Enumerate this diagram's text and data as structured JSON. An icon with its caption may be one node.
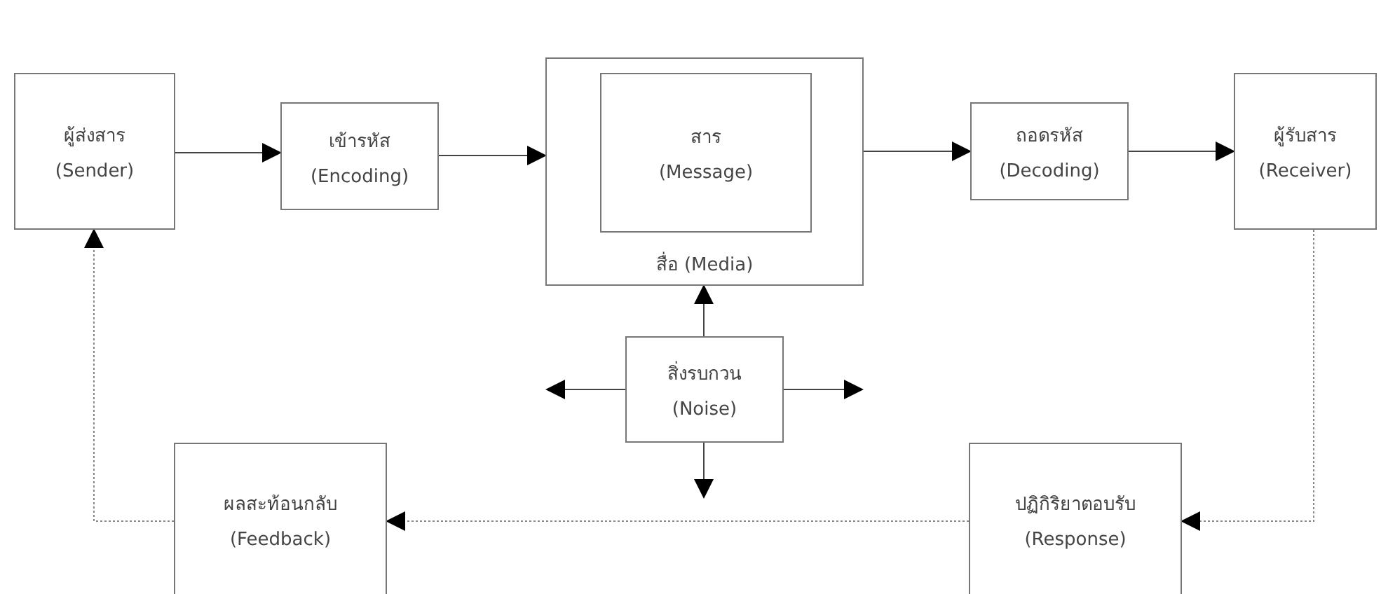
{
  "diagram": {
    "nodes": [
      {
        "text": [
          "ผู้ส่งสาร",
          "(Sender)"
        ]
      },
      {
        "text": [
          "เข้ารหัส",
          "(Encoding)"
        ]
      },
      {
        "text": [
          "สื่อ (Media)"
        ]
      },
      {
        "text": [
          "สาร",
          "(Message)"
        ],
        "in": 2
      },
      {
        "text": [
          "ถอดรหัส",
          "(Decoding)"
        ]
      },
      {
        "text": [
          "ผู้รับสาร",
          "(Receiver)"
        ]
      },
      {
        "text": [
          "สิ่งรบกวน",
          "(Noise)"
        ]
      },
      {
        "text": [
          "ผลสะท้อนกลับ",
          "(Feedback)"
        ]
      },
      {
        "text": [
          "ปฏิกิริยาตอบรับ",
          "(Response)"
        ]
      }
    ],
    "edges": [
      {
        "from": 0,
        "to": 1,
        "arrow": "to"
      },
      {
        "from": 1,
        "to": 2,
        "arrow": "to"
      },
      {
        "from": 2,
        "to": 4,
        "arrow": "to"
      },
      {
        "from": 4,
        "to": 5,
        "arrow": "to"
      },
      {
        "from": 6,
        "to": 2,
        "arrow": "to"
      },
      {
        "from": 6,
        "to": null,
        "arrow": "to"
      },
      {
        "from": 6,
        "to": null,
        "arrow": "to"
      },
      {
        "from": 6,
        "to": null,
        "arrow": "to"
      },
      {
        "from": 5,
        "to": 8,
        "arrow": "to",
        "style": "dashed"
      },
      {
        "from": 8,
        "to": 7,
        "arrow": "to",
        "style": "dashed"
      },
      {
        "from": 7,
        "to": 0,
        "arrow": "to",
        "style": "dashed"
      }
    ]
  }
}
